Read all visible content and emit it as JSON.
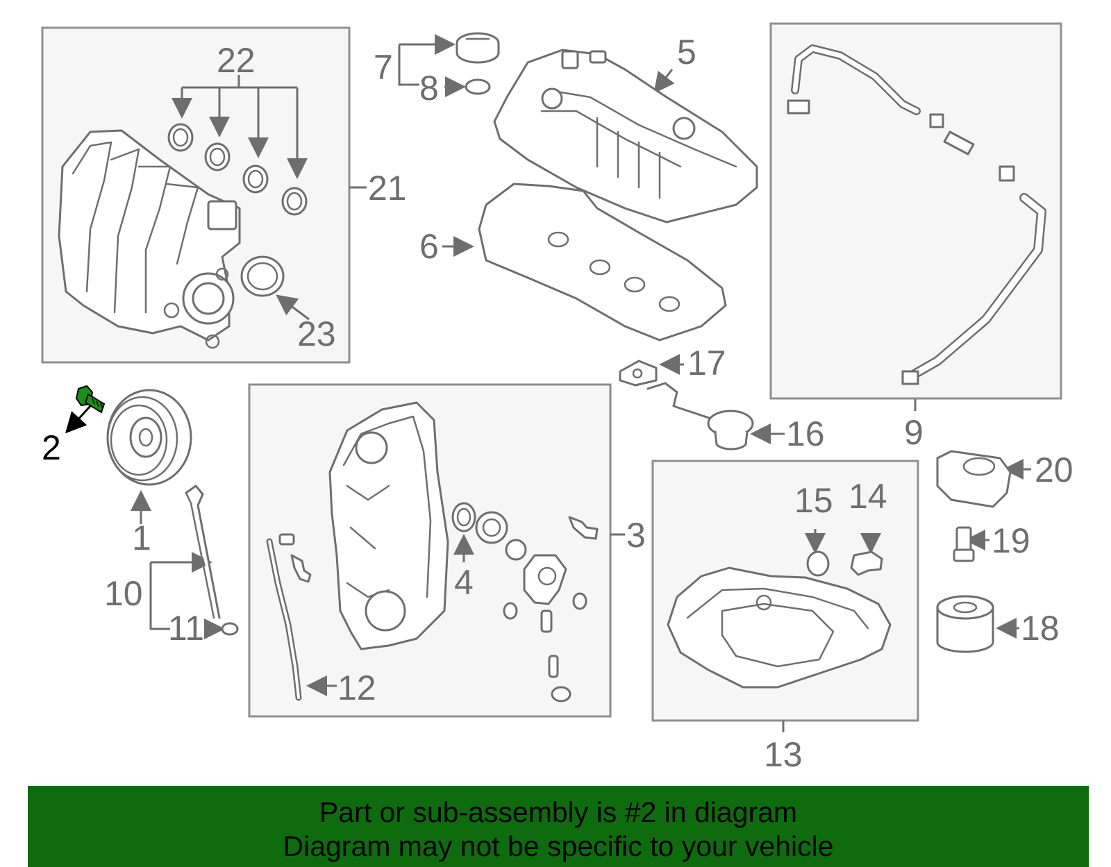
{
  "colors": {
    "highlight_part": "#1a8f1a",
    "banner_bg": "#0e6b0e",
    "line": "#6e6e6e",
    "box_fill": "#f6f6f6"
  },
  "callouts": {
    "c1": "1",
    "c2": "2",
    "c3": "3",
    "c4": "4",
    "c5": "5",
    "c6": "6",
    "c7": "7",
    "c8": "8",
    "c9": "9",
    "c10": "10",
    "c11": "11",
    "c12": "12",
    "c13": "13",
    "c14": "14",
    "c15": "15",
    "c16": "16",
    "c17": "17",
    "c18": "18",
    "c19": "19",
    "c20": "20",
    "c21": "21",
    "c22": "22",
    "c23": "23"
  },
  "highlighted_part": "2",
  "banner": {
    "line1": "Part or sub-assembly is #2 in diagram",
    "line2": "Diagram may not be specific to your vehicle"
  }
}
